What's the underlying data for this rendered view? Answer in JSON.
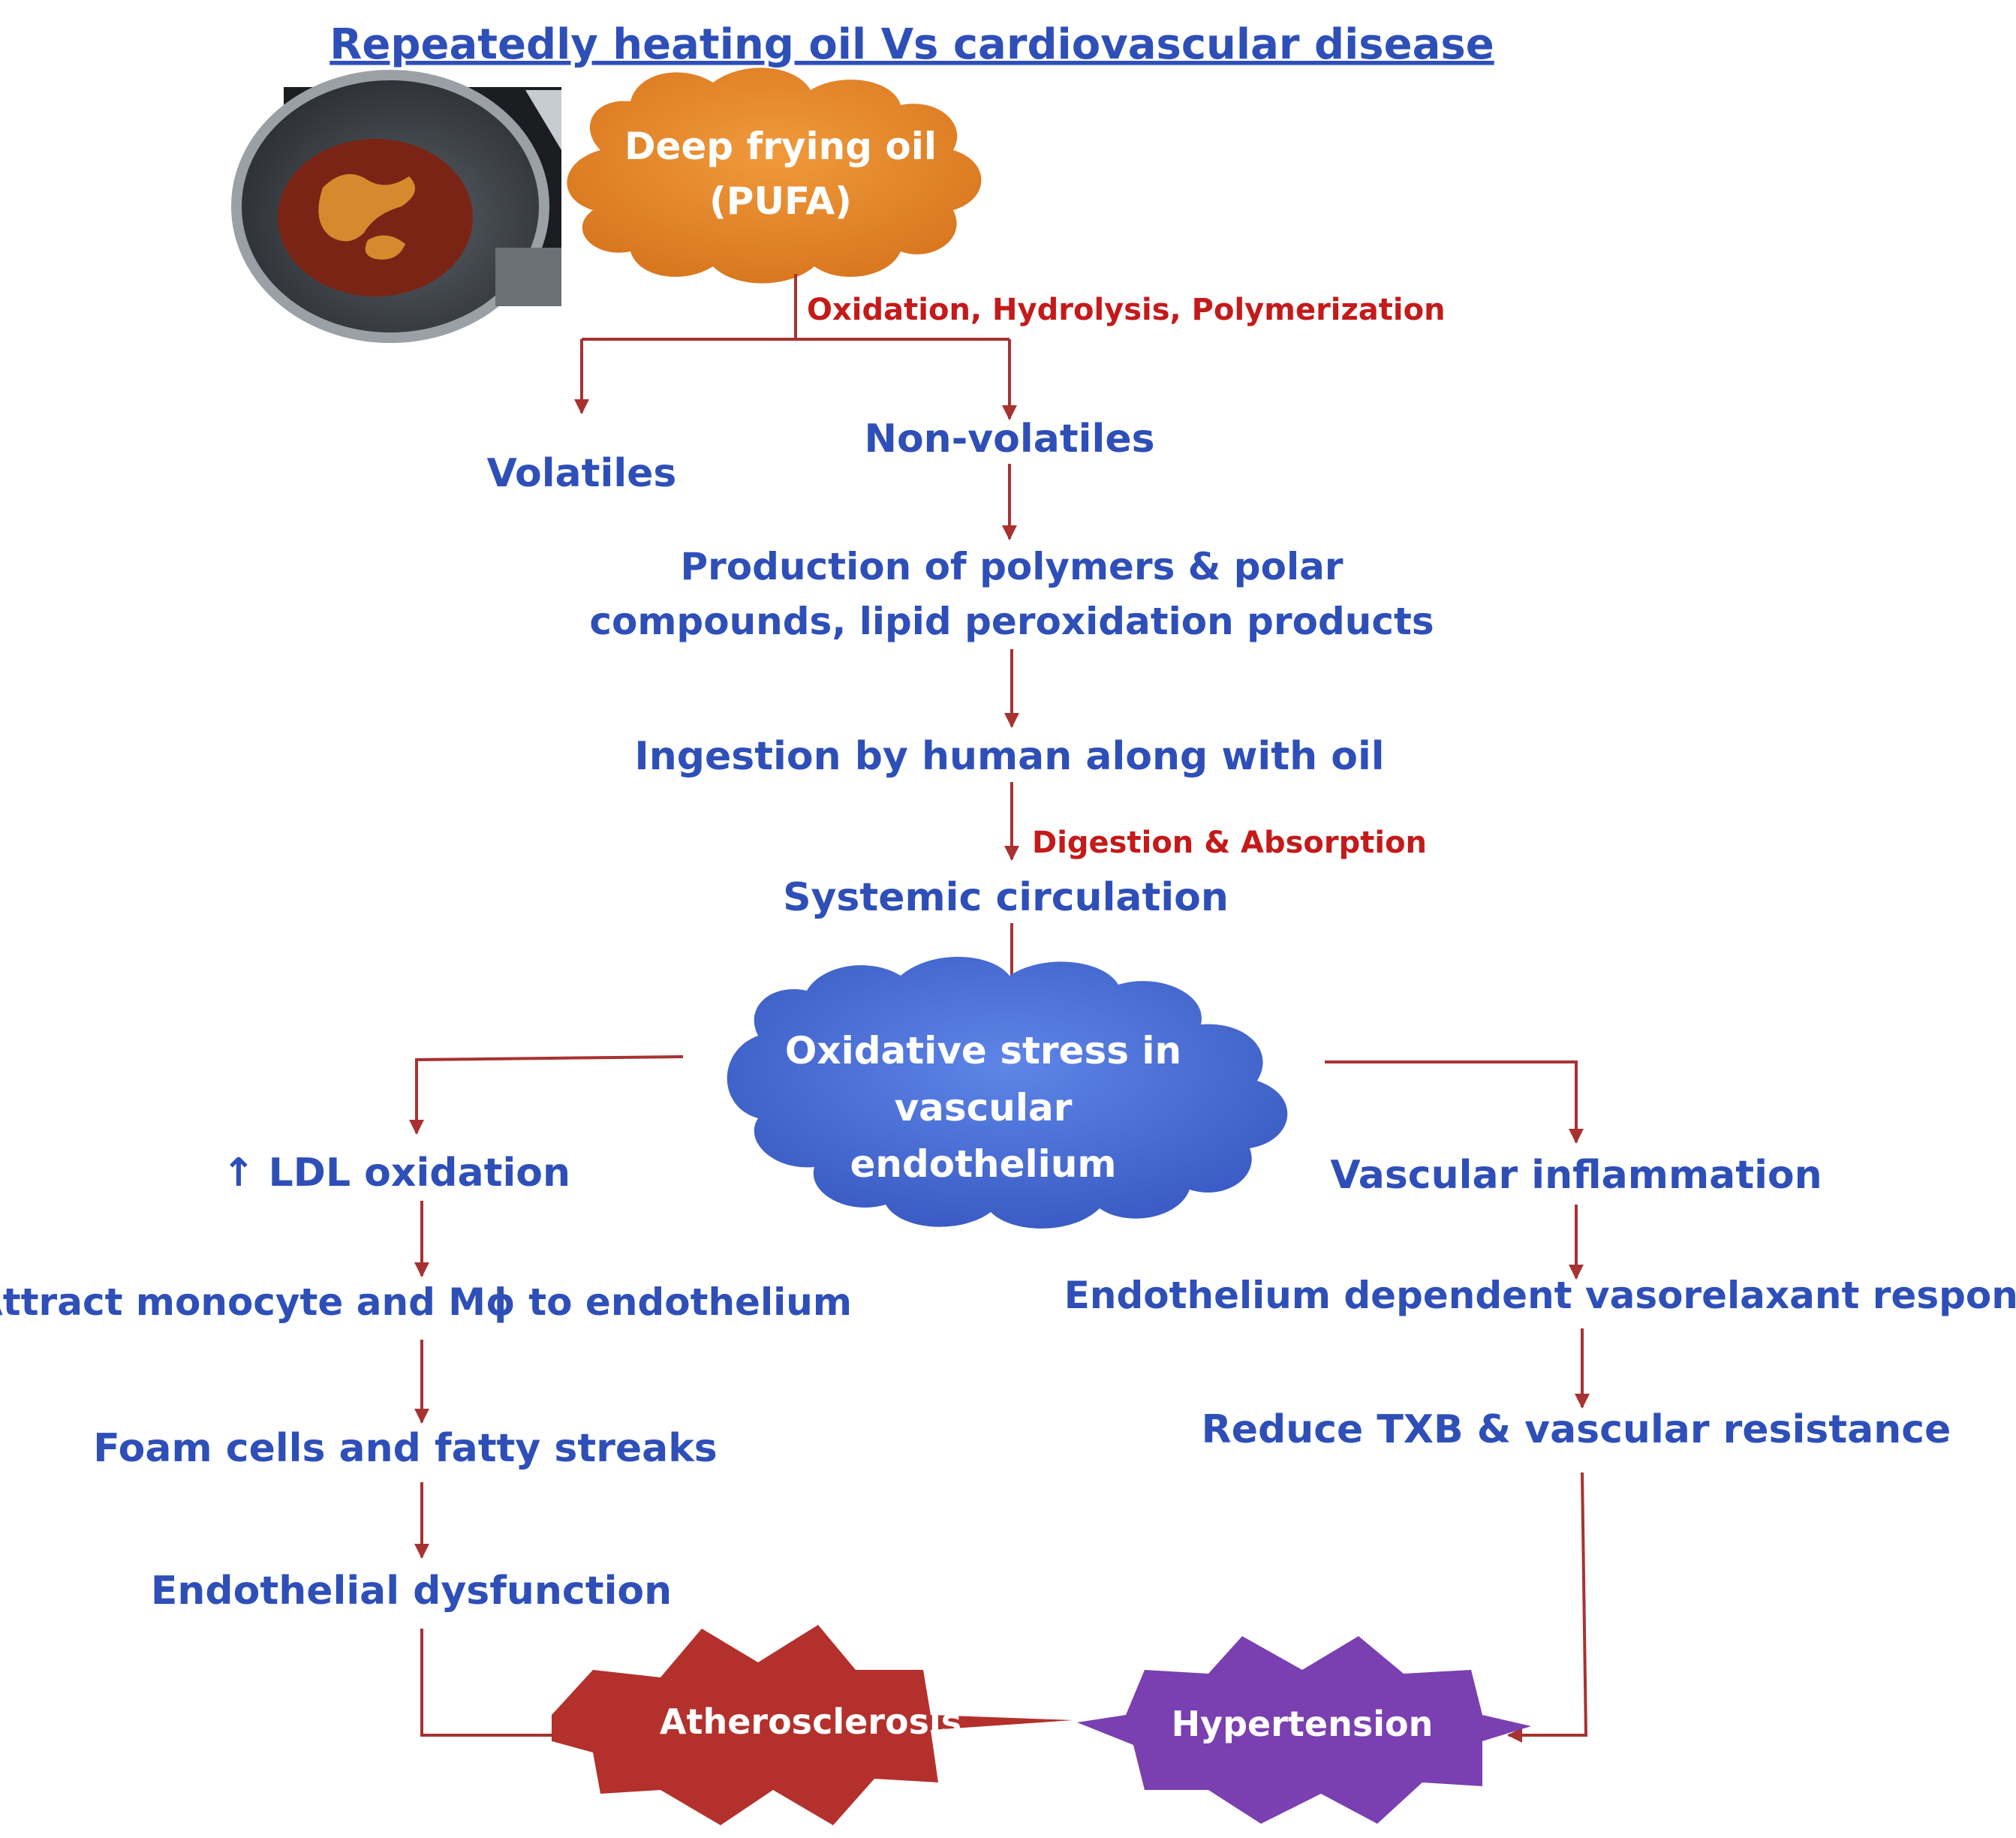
{
  "title": "Repeatedly heating oil Vs cardiovascular disease",
  "colors": {
    "text_blue": "#2e4fb8",
    "process_red": "#c41a1a",
    "connector": "#a83232",
    "oil_cloud": "#e88a2e",
    "stress_cloud": "#4a6fd6",
    "atherosclerosis_star": "#b3302c",
    "hypertension_star": "#7a3fb0"
  },
  "photo": {
    "icon": "frying-pan-photo"
  },
  "nodes": {
    "deep_frying_oil": {
      "line1": "Deep frying oil",
      "line2": "(PUFA)"
    },
    "volatiles": "Volatiles",
    "non_volatiles": "Non-volatiles",
    "production": {
      "line1": "Production of polymers & polar",
      "line2": "compounds, lipid peroxidation products"
    },
    "ingestion": "Ingestion by human along with oil",
    "systemic": "Systemic circulation",
    "oxidative_stress": {
      "line1": "Oxidative stress in",
      "line2": "vascular",
      "line3": "endothelium"
    },
    "ldl_oxidation": "↑ LDL oxidation",
    "attract_monocyte": "Attract monocyte and Mϕ to endothelium",
    "foam_cells": "Foam cells and fatty streaks",
    "endothelial_dysfunction": "Endothelial dysfunction",
    "vascular_inflammation": "Vascular inflammation",
    "endothelium_dependent": "Endothelium dependent vasorelaxant responses",
    "reduce_txb": "Reduce TXB & vascular resistance",
    "atherosclerosis": "Atherosclerosis",
    "hypertension": "Hypertension"
  },
  "process_labels": {
    "oxidation": "Oxidation, Hydrolysis, Polymerization",
    "digestion": "Digestion & Absorption"
  }
}
